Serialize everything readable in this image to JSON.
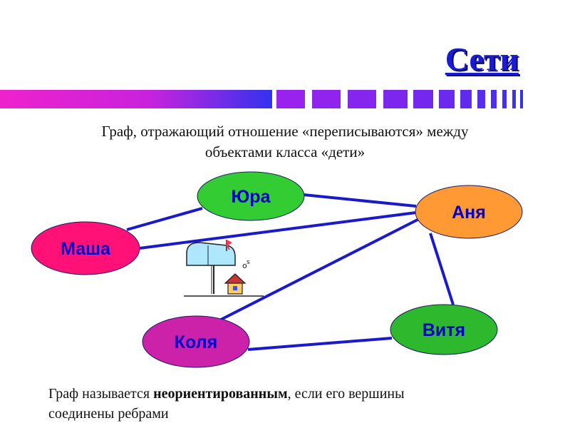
{
  "slide": {
    "title": "Сети",
    "subtitle_line1": "Граф, отражающий отношение «переписываются» между",
    "subtitle_line2": "объектами класса «дети»",
    "footer_part1": "Граф называется ",
    "footer_bold": "неориентированным",
    "footer_part2": ", если его вершины",
    "footer_line2": "соединены ребрами"
  },
  "graph": {
    "nodes": {
      "yura": {
        "label": "Юра",
        "fill": "#33cc33",
        "text_color": "#0000cc"
      },
      "anya": {
        "label": "Аня",
        "fill": "#ff9933",
        "text_color": "#0000cc"
      },
      "masha": {
        "label": "Маша",
        "fill": "#ff1177",
        "text_color": "#0000cc"
      },
      "kolya": {
        "label": "Коля",
        "fill": "#cc22aa",
        "text_color": "#0000cc"
      },
      "vitya": {
        "label": "Витя",
        "fill": "#2eb82e",
        "text_color": "#0000cc"
      }
    },
    "edges": [
      [
        "yura",
        "masha"
      ],
      [
        "yura",
        "anya"
      ],
      [
        "masha",
        "anya"
      ],
      [
        "kolya",
        "anya"
      ],
      [
        "anya",
        "vitya"
      ],
      [
        "kolya",
        "vitya"
      ]
    ],
    "edge_color": "#1a1acc"
  },
  "colors": {
    "title": "#1b1bd6",
    "stripe_magenta": "#ee22cc",
    "stripe_purple": "#9922ee",
    "stripe_blue": "#3333ee"
  }
}
